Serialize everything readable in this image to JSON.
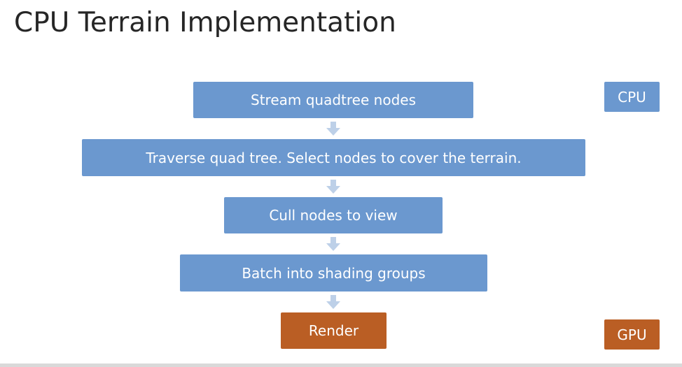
{
  "slide": {
    "title": "CPU Terrain Implementation"
  },
  "steps": [
    "Stream quadtree nodes",
    "Traverse quad tree. Select nodes to cover the terrain.",
    "Cull nodes to view",
    "Batch into shading groups",
    "Render"
  ],
  "labels": {
    "cpu": "CPU",
    "gpu": "GPU"
  },
  "colors": {
    "cpu_box": "#6b98cf",
    "gpu_box": "#ba5e24",
    "arrow": "#bdd0e8",
    "title_text": "#262626"
  }
}
